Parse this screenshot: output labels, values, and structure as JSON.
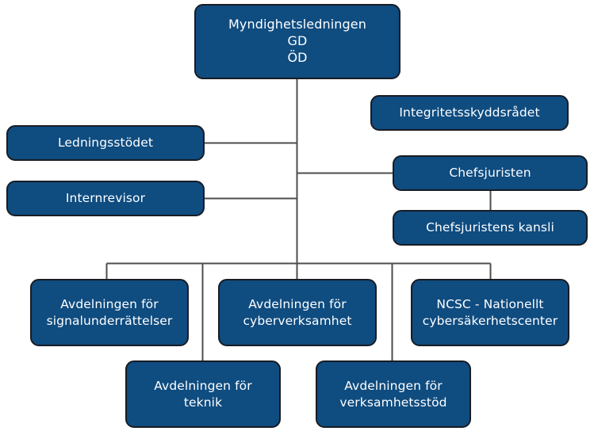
{
  "diagram": {
    "type": "organizational-chart",
    "language": "sv",
    "background_color": "#ffffff",
    "node_fill_color": "#0f4c80",
    "node_border_color": "#171c24",
    "node_text_color": "#ffffff",
    "connector_color": "#4d4d4d"
  },
  "nodes": {
    "root": {
      "label": "Myndighetsledningen\nGD\nÖD",
      "line1": "Myndighetsledningen",
      "line2": "GD",
      "line3": "ÖD"
    },
    "integritetsskyddsradet": {
      "label": "Integritetsskyddsrådet"
    },
    "ledningsstodet": {
      "label": "Ledningsstödet"
    },
    "chefsjuristen": {
      "label": "Chefsjuristen"
    },
    "internrevisor": {
      "label": "Internrevisor"
    },
    "chefsjuristens_kansli": {
      "label": "Chefsjuristens kansli"
    },
    "avd_signalunderrattelser": {
      "label": "Avdelningen för\nsignalunderrättelser"
    },
    "avd_cyberverksamhet": {
      "label": "Avdelningen för\ncyberverksamhet"
    },
    "ncsc": {
      "label": "NCSC - Nationellt\ncybersäkerhetscenter"
    },
    "avd_teknik": {
      "label": "Avdelningen för\nteknik"
    },
    "avd_verksamhetsstod": {
      "label": "Avdelningen för\nverksamhetsstöd"
    }
  }
}
